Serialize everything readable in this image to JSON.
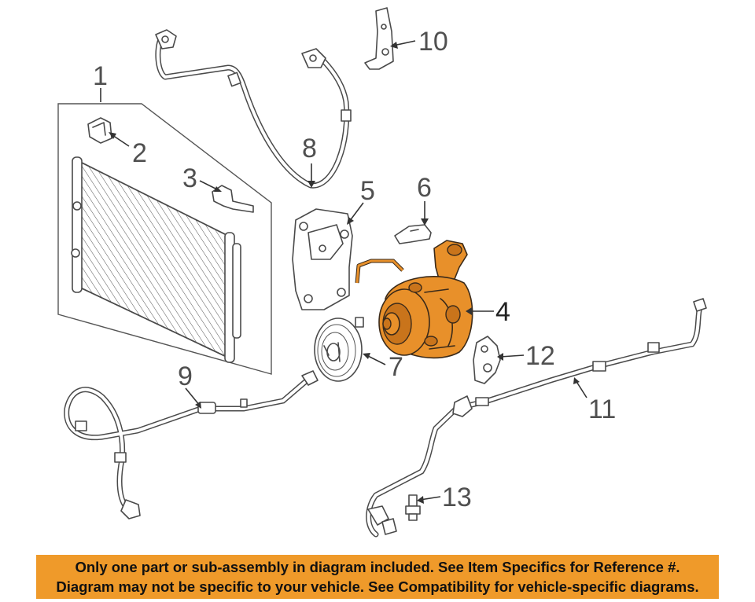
{
  "callouts": [
    {
      "id": "1",
      "label": "1"
    },
    {
      "id": "2",
      "label": "2"
    },
    {
      "id": "3",
      "label": "3"
    },
    {
      "id": "4",
      "label": "4"
    },
    {
      "id": "5",
      "label": "5"
    },
    {
      "id": "6",
      "label": "6"
    },
    {
      "id": "7",
      "label": "7"
    },
    {
      "id": "8",
      "label": "8"
    },
    {
      "id": "9",
      "label": "9"
    },
    {
      "id": "10",
      "label": "10"
    },
    {
      "id": "11",
      "label": "11"
    },
    {
      "id": "12",
      "label": "12"
    },
    {
      "id": "13",
      "label": "13"
    }
  ],
  "highlighted_part": "4",
  "colors": {
    "highlight": "#e8902a",
    "banner": "#ef9a2a",
    "line": "#4a4a4a"
  },
  "footer": {
    "line1": "Only one part or sub-assembly in diagram included. See Item Specifics for Reference #.",
    "line2": "Diagram may not be specific to your vehicle. See Compatibility for vehicle-specific diagrams."
  }
}
